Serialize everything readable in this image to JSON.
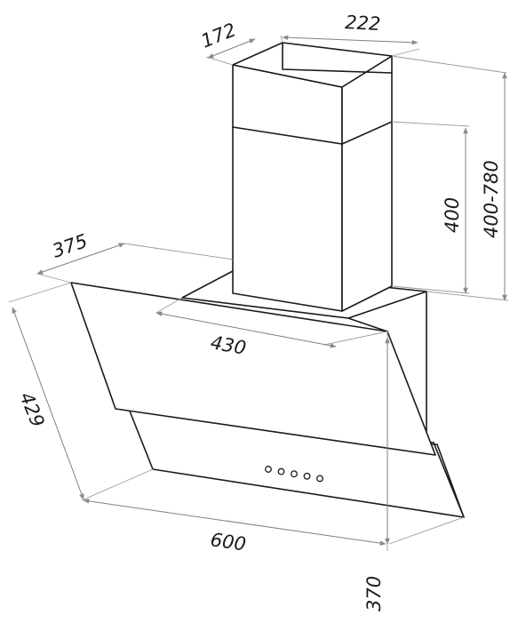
{
  "dimensions": {
    "chimney_depth": "172",
    "chimney_width": "222",
    "chimney_height": "400",
    "total_chimney_height": "400-780",
    "body_depth": "375",
    "body_width": "430",
    "panel_height": "429",
    "hood_width": "600",
    "hood_height": "370"
  },
  "control_buttons": [
    1,
    2,
    3,
    4,
    5
  ],
  "colors": {
    "line": "#1a1a1a",
    "dimension": "#808080",
    "background": "#ffffff"
  }
}
